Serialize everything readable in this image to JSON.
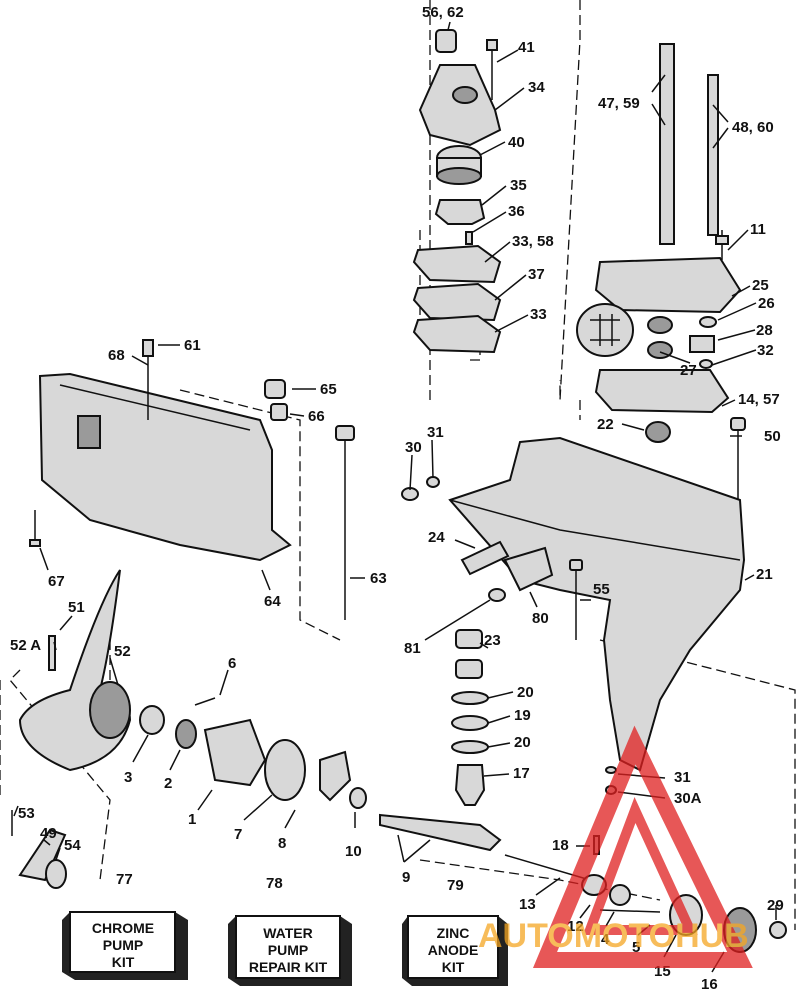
{
  "labels": {
    "l56_62": "56, 62",
    "l41": "41",
    "l34": "34",
    "l40": "40",
    "l35": "35",
    "l36": "36",
    "l33_58": "33, 58",
    "l37": "37",
    "l33": "33",
    "l47_59": "47, 59",
    "l48_60": "48, 60",
    "l11": "11",
    "l25": "25",
    "l26": "26",
    "l28": "28",
    "l27": "27",
    "l32": "32",
    "l14_57": "14, 57",
    "l61": "61",
    "l68": "68",
    "l65": "65",
    "l66": "66",
    "l67": "67",
    "l64": "64",
    "l63": "63",
    "l22": "22",
    "l31a": "31",
    "l30": "30",
    "l50": "50",
    "l24": "24",
    "l80": "80",
    "l81": "81",
    "l55": "55",
    "l21": "21",
    "l23": "23",
    "l20a": "20",
    "l19": "19",
    "l20b": "20",
    "l17": "17",
    "l51": "51",
    "l52a": "52 A",
    "l52": "52",
    "l6": "6",
    "l3": "3",
    "l2": "2",
    "l1": "1",
    "l7": "7",
    "l8": "8",
    "l10": "10",
    "l9": "9",
    "l53": "53",
    "l49": "49",
    "l54": "54",
    "l31b": "31",
    "l30a": "30A",
    "l18": "18",
    "l13": "13",
    "l12": "12",
    "l4": "4",
    "l5": "5",
    "l15": "15",
    "l16": "16",
    "l29": "29",
    "l77": "77",
    "l78": "78",
    "l79": "79"
  },
  "kits": {
    "chrome": [
      "CHROME",
      "PUMP",
      "KIT"
    ],
    "water": [
      "WATER",
      "PUMP",
      "REPAIR KIT"
    ],
    "zinc": [
      "ZINC",
      "ANODE",
      "KIT"
    ]
  },
  "watermark": {
    "text": "AUTOMOTOHUB",
    "color_red": "#e02020",
    "color_orange": "#f5a623"
  }
}
